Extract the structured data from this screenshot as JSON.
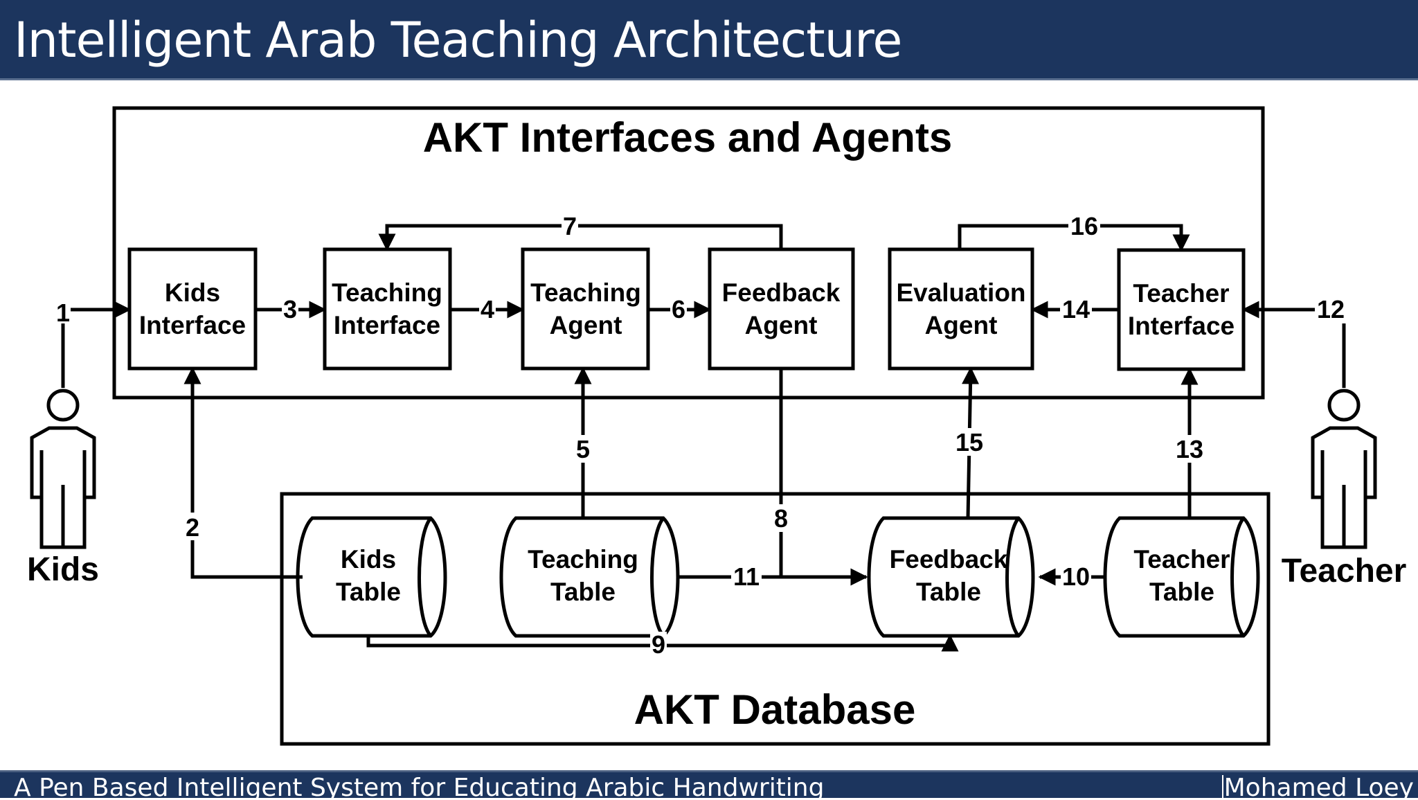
{
  "slide": {
    "title": "Intelligent Arab Teaching Architecture",
    "footer_left": "A Pen Based Intelligent System for Educating Arabic Handwriting",
    "footer_right": "Mohamed Loey"
  },
  "diagram": {
    "interfaces_group_title": "AKT Interfaces and Agents",
    "database_group_title": "AKT Database",
    "actors": {
      "kids": "Kids",
      "teacher": "Teacher"
    },
    "boxes": {
      "kids_interface": [
        "Kids",
        "Interface"
      ],
      "teaching_interface": [
        "Teaching",
        "Interface"
      ],
      "teaching_agent": [
        "Teaching",
        "Agent"
      ],
      "feedback_agent": [
        "Feedback",
        "Agent"
      ],
      "evaluation_agent": [
        "Evaluation",
        "Agent"
      ],
      "teacher_interface": [
        "Teacher",
        "Interface"
      ]
    },
    "tables": {
      "kids_table": [
        "Kids",
        "Table"
      ],
      "teaching_table": [
        "Teaching",
        "Table"
      ],
      "feedback_table": [
        "Feedback",
        "Table"
      ],
      "teacher_table": [
        "Teacher",
        "Table"
      ]
    },
    "flows": {
      "f1": "1",
      "f2": "2",
      "f3": "3",
      "f4": "4",
      "f5": "5",
      "f6": "6",
      "f7": "7",
      "f8": "8",
      "f9": "9",
      "f10": "10",
      "f11": "11",
      "f12": "12",
      "f13": "13",
      "f14": "14",
      "f15": "15",
      "f16": "16"
    }
  }
}
